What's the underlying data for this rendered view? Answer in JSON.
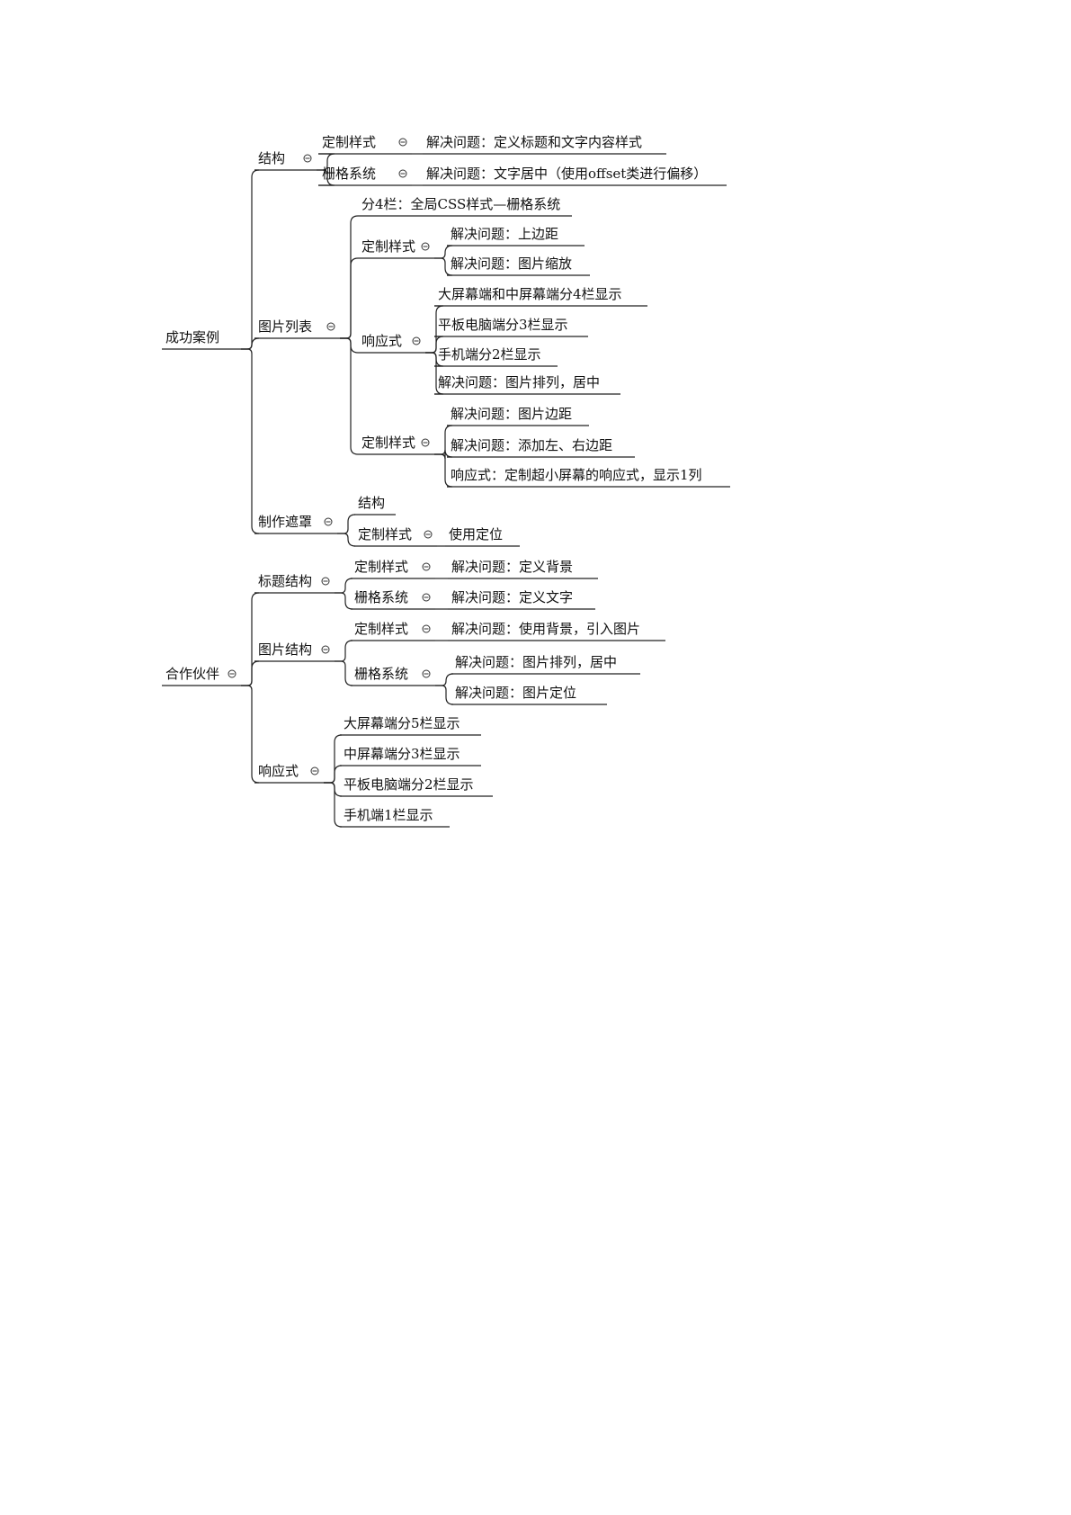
{
  "mindmap": {
    "roots": [
      {
        "label": "成功案例",
        "children": [
          {
            "label": "结构",
            "children": [
              {
                "label": "定制样式",
                "children": [
                  {
                    "label": "解决问题：定义标题和文字内容样式"
                  }
                ]
              },
              {
                "label": "栅格系统",
                "children": [
                  {
                    "label": "解决问题：文字居中（使用offset类进行偏移）"
                  }
                ]
              }
            ]
          },
          {
            "label": "图片列表",
            "children": [
              {
                "label": "分4栏：全局CSS样式—栅格系统"
              },
              {
                "label": "定制样式",
                "children": [
                  {
                    "label": "解决问题：上边距"
                  },
                  {
                    "label": "解决问题：图片缩放"
                  }
                ]
              },
              {
                "label": "响应式",
                "children": [
                  {
                    "label": "大屏幕端和中屏幕端分4栏显示"
                  },
                  {
                    "label": "平板电脑端分3栏显示"
                  },
                  {
                    "label": "手机端分2栏显示"
                  },
                  {
                    "label": "解决问题：图片排列，居中"
                  }
                ]
              },
              {
                "label": "定制样式",
                "children": [
                  {
                    "label": "解决问题：图片边距"
                  },
                  {
                    "label": "解决问题：添加左、右边距"
                  },
                  {
                    "label": "响应式：定制超小屏幕的响应式，显示1列"
                  }
                ]
              }
            ]
          },
          {
            "label": "制作遮罩",
            "children": [
              {
                "label": "结构"
              },
              {
                "label": "定制样式",
                "children": [
                  {
                    "label": "使用定位"
                  }
                ]
              }
            ]
          }
        ]
      },
      {
        "label": "合作伙伴",
        "children": [
          {
            "label": "标题结构",
            "children": [
              {
                "label": "定制样式",
                "children": [
                  {
                    "label": "解决问题：定义背景"
                  }
                ]
              },
              {
                "label": "栅格系统",
                "children": [
                  {
                    "label": "解决问题：定义文字"
                  }
                ]
              }
            ]
          },
          {
            "label": "图片结构",
            "children": [
              {
                "label": "定制样式",
                "children": [
                  {
                    "label": "解决问题：使用背景，引入图片"
                  }
                ]
              },
              {
                "label": "栅格系统",
                "children": [
                  {
                    "label": "解决问题：图片排列，居中"
                  },
                  {
                    "label": "解决问题：图片定位"
                  }
                ]
              }
            ]
          },
          {
            "label": "响应式",
            "children": [
              {
                "label": "大屏幕端分5栏显示"
              },
              {
                "label": "中屏幕端分3栏显示"
              },
              {
                "label": "平板电脑端分2栏显示"
              },
              {
                "label": "手机端1栏显示"
              }
            ]
          }
        ]
      }
    ]
  }
}
